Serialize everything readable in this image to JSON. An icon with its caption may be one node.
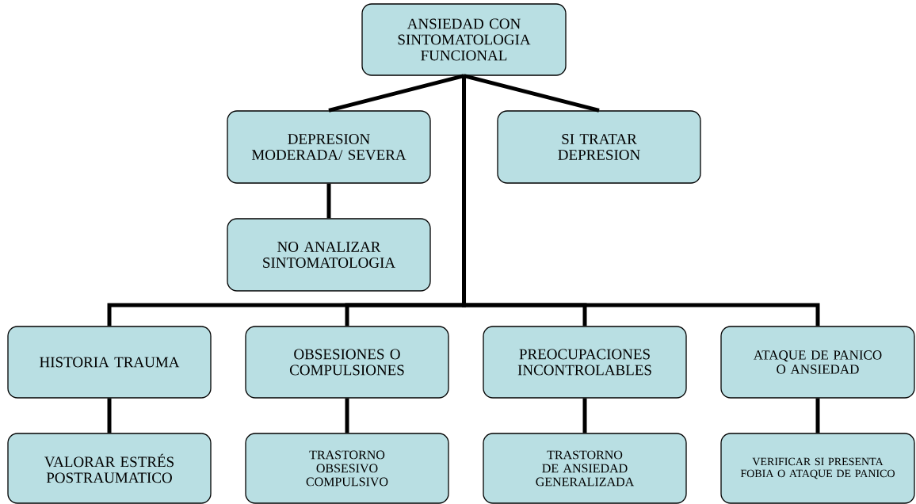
{
  "diagram": {
    "nodes": [
      {
        "text": [
          "ANSIEDAD CON SINTOMATOLOGIA FUNCIONAL"
        ]
      },
      {
        "text": [
          "DEPRESION MODERADA/ SEVERA"
        ]
      },
      {
        "text": [
          "SI TRATAR DEPRESION"
        ]
      },
      {
        "text": [
          "NO ANALIZAR SINTOMATOLOGIA"
        ]
      },
      {
        "text": [
          "HISTORIA TRAUMA"
        ]
      },
      {
        "text": [
          "OBSESIONES O COMPULSIONES"
        ]
      },
      {
        "text": [
          "PREOCUPACIONES INCONTROLABLES"
        ]
      },
      {
        "text": [
          "ATAQUE DE PANICO O ANSIEDAD"
        ]
      },
      {
        "text": [
          "VALORAR ESTRÉS POSTRAUMATICO"
        ]
      },
      {
        "text": [
          "TRASTORNO OBSESIVO COMPULSIVO"
        ]
      },
      {
        "text": [
          "TRASTORNO DE ANSIEDAD GENERALIZADA"
        ]
      },
      {
        "text": [
          "VERIFICAR SI PRESENTA FOBIA O ATAQUE DE PANICO"
        ]
      }
    ],
    "edges": [
      {
        "from": 0,
        "to": 1,
        "arrow": "none"
      },
      {
        "from": 0,
        "to": 2,
        "arrow": "none"
      },
      {
        "from": 1,
        "to": 3,
        "arrow": "none"
      },
      {
        "from": 0,
        "to": 4,
        "arrow": "none"
      },
      {
        "from": 0,
        "to": 5,
        "arrow": "none"
      },
      {
        "from": 0,
        "to": 6,
        "arrow": "none"
      },
      {
        "from": 0,
        "to": 7,
        "arrow": "none"
      },
      {
        "from": 4,
        "to": 8,
        "arrow": "none"
      },
      {
        "from": 5,
        "to": 9,
        "arrow": "none"
      },
      {
        "from": 6,
        "to": 10,
        "arrow": "none"
      },
      {
        "from": 7,
        "to": 11,
        "arrow": "none"
      }
    ]
  }
}
